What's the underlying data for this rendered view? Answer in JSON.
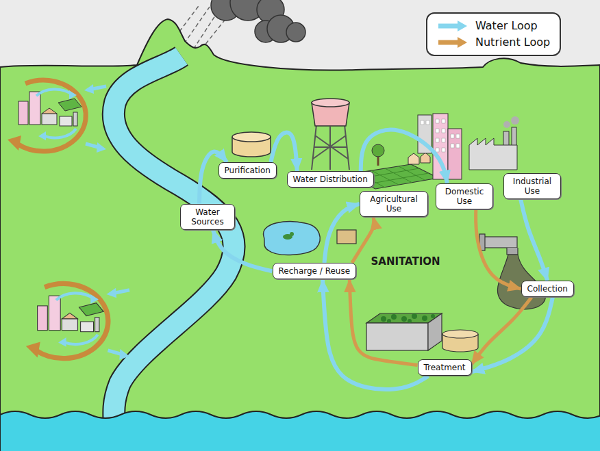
{
  "diagram": {
    "nodes": [
      {
        "text": [
          "Purification"
        ]
      },
      {
        "text": [
          "Water Distribution"
        ]
      },
      {
        "text": [
          "Water Sources"
        ]
      },
      {
        "text": [
          "Agricultural Use"
        ]
      },
      {
        "text": [
          "Domestic Use"
        ]
      },
      {
        "text": [
          "Industrial Use"
        ]
      },
      {
        "text": [
          "Recharge / Reuse"
        ]
      },
      {
        "text": [
          "Collection"
        ]
      },
      {
        "text": [
          "Treatment"
        ]
      }
    ],
    "edges": [
      {
        "from": 2,
        "to": 0,
        "arrow": "to"
      },
      {
        "from": 0,
        "to": 1,
        "arrow": "to"
      },
      {
        "from": 1,
        "to": 4,
        "arrow": "to"
      },
      {
        "from": 4,
        "to": 7,
        "arrow": "to"
      },
      {
        "from": 5,
        "to": 7,
        "arrow": "to"
      },
      {
        "from": 7,
        "to": 8,
        "arrow": "to"
      },
      {
        "from": 7,
        "to": 8,
        "arrow": "to"
      },
      {
        "from": 8,
        "to": 6,
        "arrow": "to"
      },
      {
        "from": 8,
        "to": 6,
        "arrow": "to"
      },
      {
        "from": 6,
        "to": 3,
        "arrow": "to"
      },
      {
        "from": 6,
        "to": 3,
        "arrow": "to"
      },
      {
        "from": 6,
        "to": 2,
        "arrow": "to"
      }
    ],
    "labels": [
      "SANITATION"
    ],
    "legend": [
      {
        "text": "Water Loop"
      },
      {
        "text": "Nutrient Loop"
      }
    ]
  }
}
